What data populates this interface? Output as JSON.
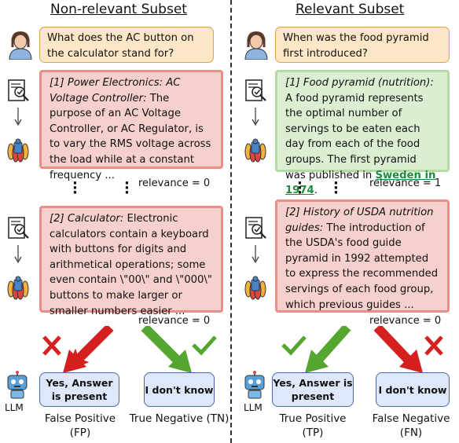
{
  "left": {
    "heading": "Non-relevant Subset",
    "question": "What does the AC button on the calculator stand for?",
    "doc1": {
      "title": "[1] Power Electronics: AC Voltage Controller:",
      "body": " The purpose of an AC Voltage Controller, or AC Regulator, is to vary the RMS voltage across the load while at a constant frequency ..."
    },
    "relevance1": "relevance = 0",
    "doc2": {
      "title": "[2] Calculator:",
      "body": " Electronic calculators contain a keyboard with buttons for digits and arithmetical operations; some even contain \\\"00\\\" and \\\"000\\\" buttons to make larger or smaller numbers easier ..."
    },
    "relevance2": "relevance = 0",
    "answer_yes": "Yes, Answer is present",
    "answer_no": "I don't know",
    "outcome_yes": "False Positive (FP)",
    "outcome_no": "True Negative (TN)",
    "llm_label": "LLM"
  },
  "right": {
    "heading": "Relevant Subset",
    "question": "When was the food pyramid first introduced?",
    "doc1": {
      "title": "[1] Food pyramid (nutrition):",
      "body": " A food pyramid represents the optimal number of servings to be eaten each day from each of the food groups. The first pyramid was published in ",
      "highlight": "Sweden in 1974",
      "tail": "."
    },
    "relevance1": "relevance = 1",
    "doc2": {
      "title": "[2] History of USDA nutrition guides:",
      "body": " The introduction of the USDA's food guide pyramid in 1992 attempted to express the recommended servings of each food group, which previous guides ..."
    },
    "relevance2": "relevance = 0",
    "answer_yes": "Yes, Answer is present",
    "answer_no": "I don't know",
    "outcome_yes": "True Positive (TP)",
    "outcome_no": "False Negative (FN)",
    "llm_label": "LLM"
  },
  "colors": {
    "wrong": "#d62020",
    "correct": "#55a630",
    "doc_red_bg": "#f6d0cc",
    "doc_green_bg": "#dcefd2",
    "question_bg": "#fde7c6",
    "answer_bg": "#dfe8fb"
  }
}
